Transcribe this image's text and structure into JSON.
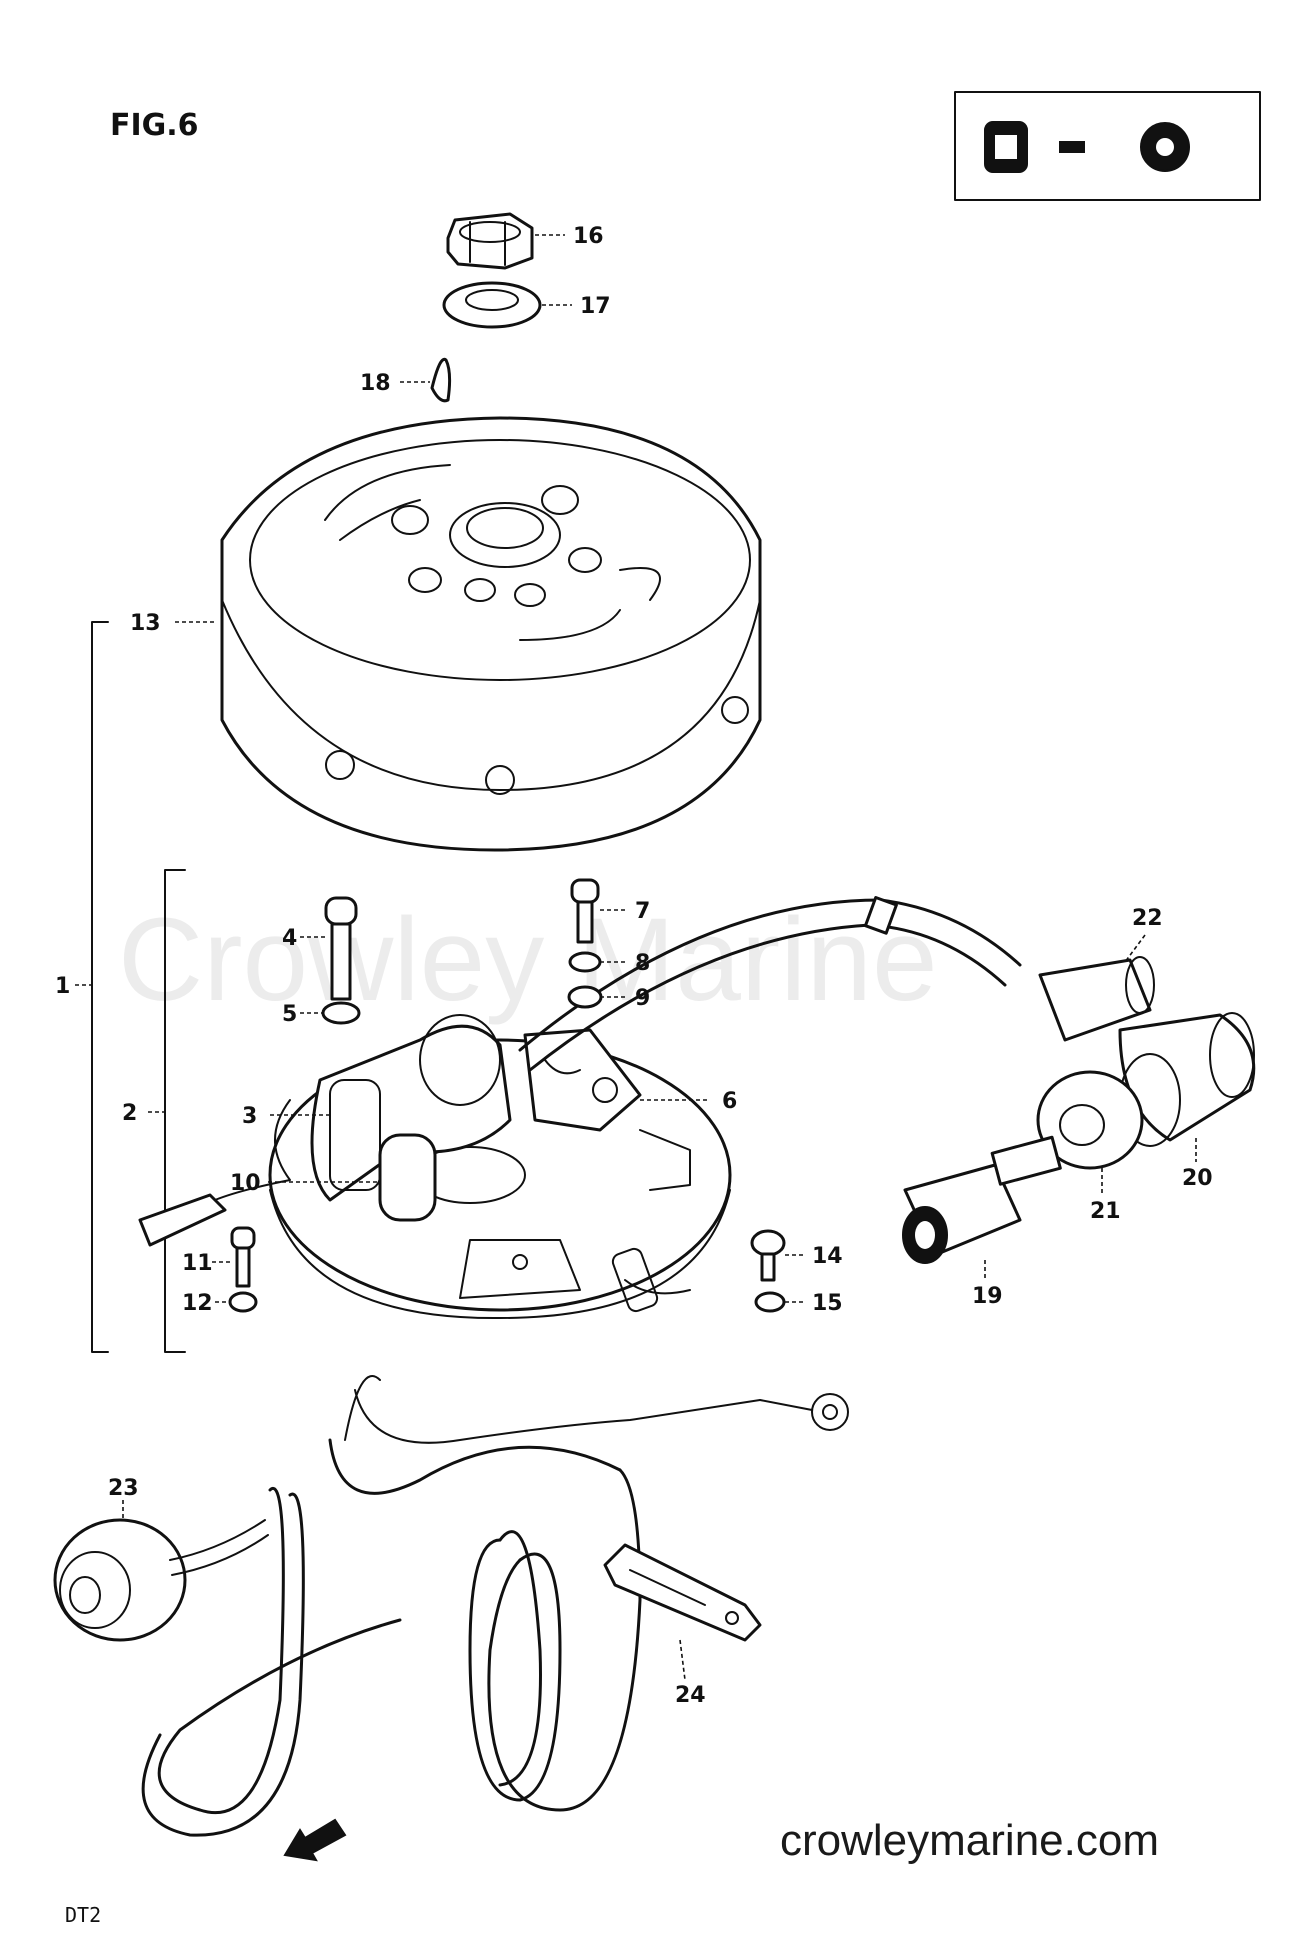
{
  "figure": {
    "title": "FIG.6",
    "model": "DT2",
    "watermark": "Crowley Marine",
    "website": "crowleymarine.com"
  },
  "part_numbers": [
    "1",
    "2",
    "3",
    "4",
    "5",
    "6",
    "7",
    "8",
    "9",
    "10",
    "11",
    "12",
    "13",
    "14",
    "15",
    "16",
    "17",
    "18",
    "19",
    "20",
    "21",
    "22",
    "23",
    "24"
  ],
  "icons": {
    "legend_box": "legend-box-icon",
    "forward_arrow": "fwd-arrow-icon"
  }
}
